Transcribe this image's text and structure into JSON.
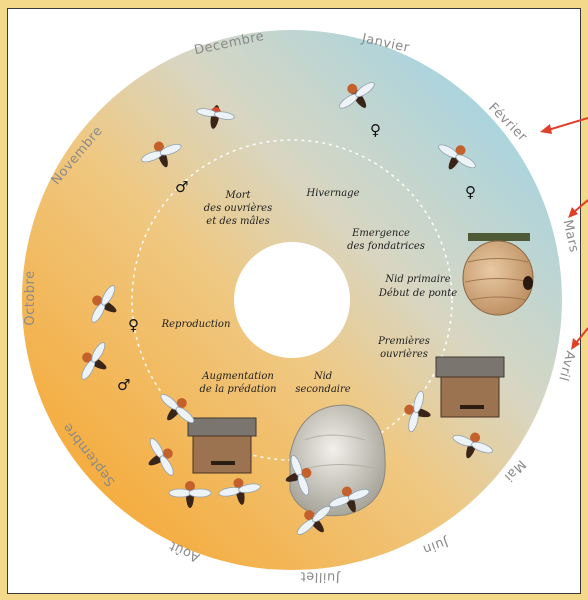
{
  "months": [
    "Janvier",
    "Février",
    "Mars",
    "Avril",
    "Mai",
    "Juin",
    "Juillet",
    "Août",
    "Septembre",
    "Octobre",
    "Novembre",
    "Decembre"
  ],
  "phases": {
    "mort_1": "Mort",
    "mort_2": "des ouvrières",
    "mort_3": "et des mâles",
    "hivernage": "Hivernage",
    "emergence_1": "Emergence",
    "emergence_2": "des fondatrices",
    "nid_primaire_1": "Nid primaire",
    "nid_primaire_2": "Début de ponte",
    "reproduction": "Reproduction",
    "premieres_1": "Premières",
    "premieres_2": "ouvrières",
    "augmentation_1": "Augmentation",
    "augmentation_2": "de la prédation",
    "secondaire_1": "Nid",
    "secondaire_2": "secondaire"
  },
  "symbols": {
    "female": "♀",
    "male": "♂"
  },
  "colors": {
    "ring_warm": "#f7a021",
    "ring_mid": "#e9cf98",
    "ring_cool": "#8fd3ef",
    "arrow": "#e0402a",
    "background": "#f4d98a"
  }
}
